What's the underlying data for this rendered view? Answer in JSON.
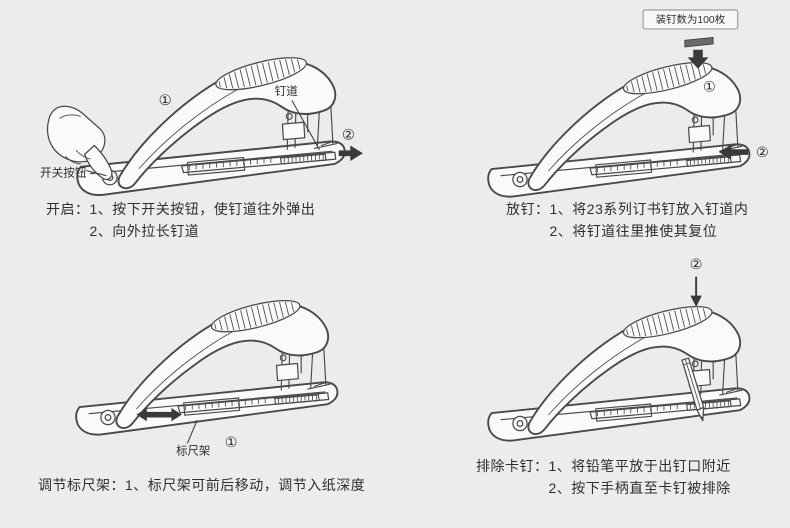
{
  "page": {
    "background": "#ececec"
  },
  "panels": {
    "open": {
      "title": "开启：",
      "steps": [
        "1、按下开关按钮，使钉道往外弹出",
        "2、向外拉长钉道"
      ],
      "label_channel": "钉道",
      "label_switch": "开关按钮",
      "num1": "①",
      "num2": "②"
    },
    "load": {
      "title": "放钉：",
      "steps": [
        "1、将23系列订书钉放入钉道内",
        "2、将钉道往里推使其复位"
      ],
      "capacity": "装钉数为100枚",
      "num1": "①",
      "num2": "②"
    },
    "ruler": {
      "title": "调节标尺架：",
      "steps": [
        "1、标尺架可前后移动，调节入纸深度"
      ],
      "label_ruler": "标尺架",
      "num1": "①"
    },
    "jam": {
      "title": "排除卡钉：",
      "steps": [
        "1、将铅笔平放于出钉口附近",
        "2、按下手柄直至卡钉被排除"
      ],
      "num2": "②"
    }
  }
}
